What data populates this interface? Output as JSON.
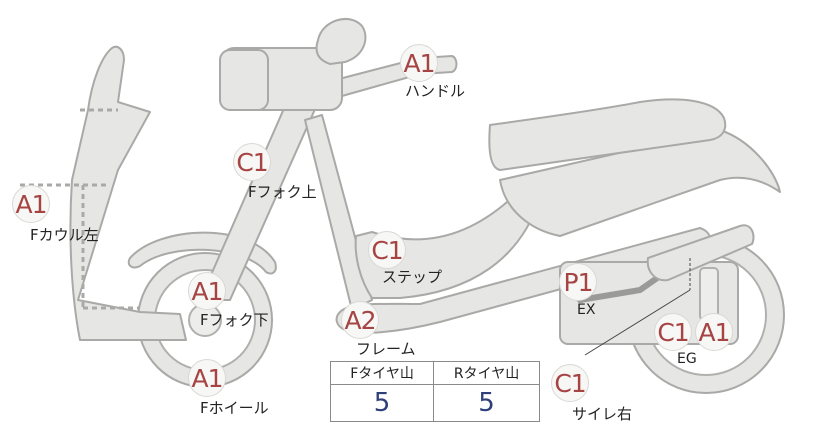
{
  "parts": [
    {
      "id": "handle",
      "label": "ハンドル",
      "grade": "A1"
    },
    {
      "id": "fork-upper",
      "label": "Fフォク上",
      "grade": "C1"
    },
    {
      "id": "cowl-left",
      "label": "Fカウル左",
      "grade": "A1"
    },
    {
      "id": "step",
      "label": "ステップ",
      "grade": "C1"
    },
    {
      "id": "fork-lower",
      "label": "Fフォク下",
      "grade": "A1"
    },
    {
      "id": "frame",
      "label": "フレーム",
      "grade": "A2"
    },
    {
      "id": "exhaust",
      "label": "EX",
      "grade": "P1"
    },
    {
      "id": "engine",
      "label": "EG",
      "grade": "C1"
    },
    {
      "id": "engine-2",
      "label": "",
      "grade": "A1"
    },
    {
      "id": "front-wheel",
      "label": "Fホイール",
      "grade": "A1"
    },
    {
      "id": "silencer-right",
      "label": "サイレ右",
      "grade": "C1"
    }
  ],
  "tire_table": {
    "front_header": "Fタイヤ山",
    "rear_header": "Rタイヤ山",
    "front_value": "5",
    "rear_value": "5"
  }
}
